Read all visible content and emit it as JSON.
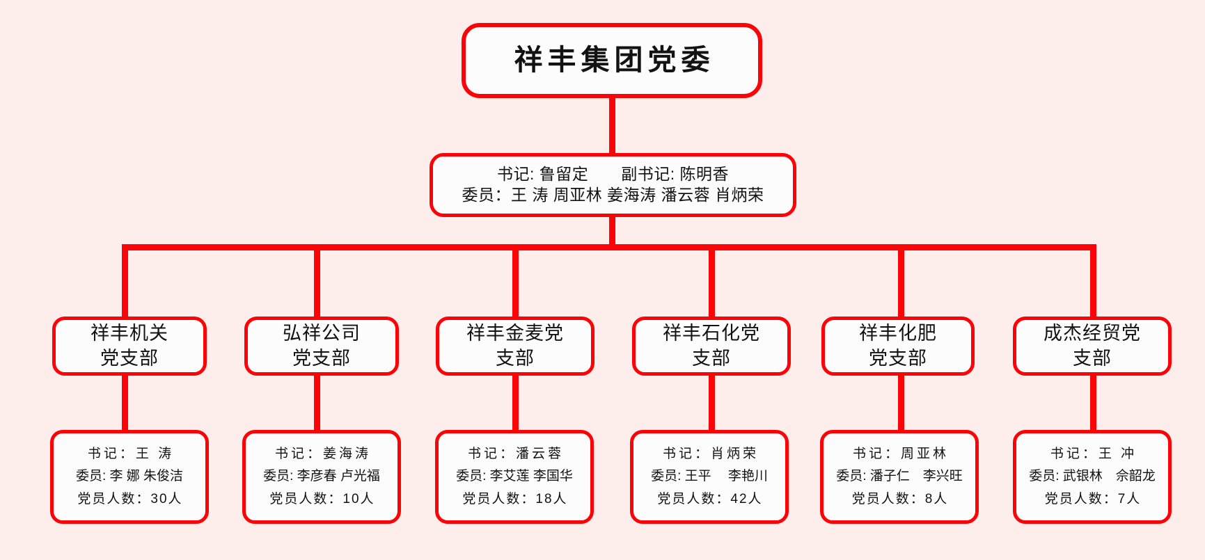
{
  "theme": {
    "background": "#fdeeec",
    "line_color": "#fb0407",
    "box_fill": "#fdfcfc",
    "text_color": "#121212"
  },
  "root": {
    "title": "祥丰集团党委"
  },
  "committee": {
    "line1": "书记: 鲁留定　　副书记: 陈明香",
    "line2": "委员：王 涛 周亚林 姜海涛 潘云蓉 肖炳荣"
  },
  "branches": [
    {
      "name_line1": "祥丰机关",
      "name_line2": "党支部",
      "secretary": "书记：王 涛",
      "members": "委员: 李 娜 朱俊洁",
      "party_count": "党员人数：30人"
    },
    {
      "name_line1": "弘祥公司",
      "name_line2": "党支部",
      "secretary": "书记：姜海涛",
      "members": "委员: 李彦春 卢光福",
      "party_count": "党员人数：10人"
    },
    {
      "name_line1": "祥丰金麦党",
      "name_line2": "支部",
      "secretary": "书记：潘云蓉",
      "members": "委员: 李艾莲 李国华",
      "party_count": "党员人数：18人"
    },
    {
      "name_line1": "祥丰石化党",
      "name_line2": "支部",
      "secretary": "书记：肖炳荣",
      "members": "委员: 王平　 李艳川",
      "party_count": "党员人数：42人"
    },
    {
      "name_line1": "祥丰化肥",
      "name_line2": "党支部",
      "secretary": "书记：周亚林",
      "members": "委员: 潘子仁　李兴旺",
      "party_count": "党员人数：8人"
    },
    {
      "name_line1": "成杰经贸党",
      "name_line2": "支部",
      "secretary": "书记：王 冲",
      "members": "委员: 武银林　佘韶龙",
      "party_count": "党员人数：7人"
    }
  ]
}
